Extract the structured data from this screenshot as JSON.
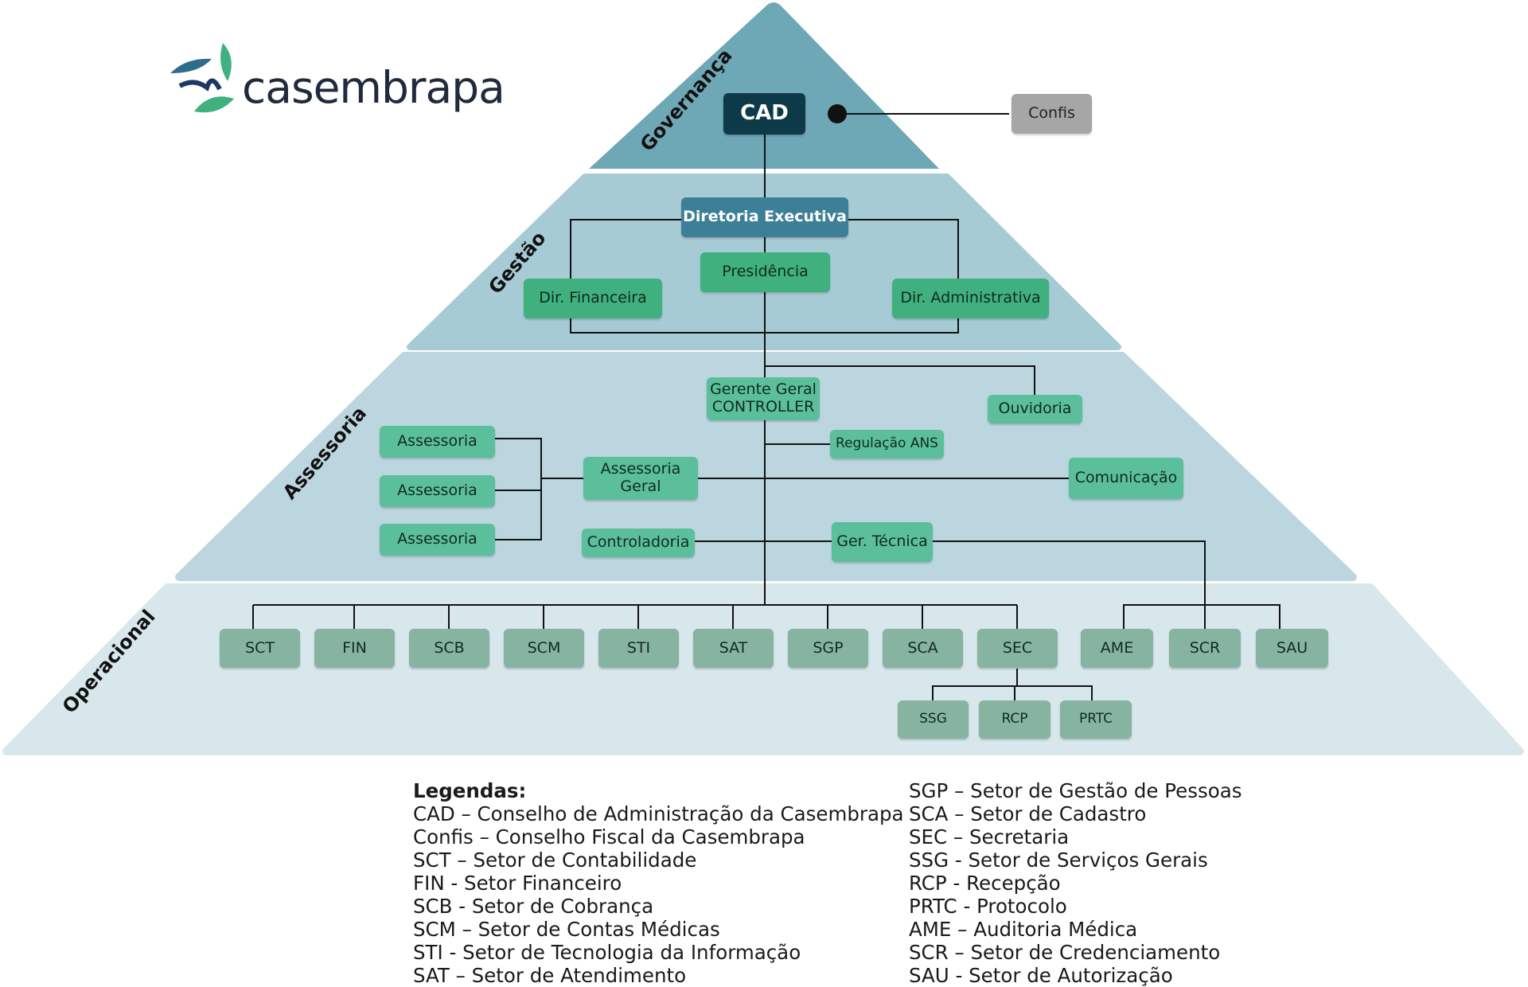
{
  "logo": {
    "text": "casembrapa"
  },
  "tiers": {
    "governanca": "Governança",
    "gestao": "Gestão",
    "assessoria": "Assessoria",
    "operacional": "Operacional"
  },
  "boxes": {
    "cad": "CAD",
    "confis": "Confis",
    "diretoria_executiva": "Diretoria Executiva",
    "presidencia": "Presidência",
    "dir_financeira": "Dir. Financeira",
    "dir_administrativa": "Dir. Administrativa",
    "gerente_geral_1": "Gerente Geral",
    "gerente_geral_2": "CONTROLLER",
    "ouvidoria": "Ouvidoria",
    "regulacao_ans": "Regulação ANS",
    "assessoria_1": "Assessoria",
    "assessoria_2": "Assessoria",
    "assessoria_3": "Assessoria",
    "assessoria_geral_1": "Assessoria",
    "assessoria_geral_2": "Geral",
    "comunicacao": "Comunicação",
    "controladoria": "Controladoria",
    "ger_tecnica": "Ger. Técnica"
  },
  "operational_units": [
    "SCT",
    "FIN",
    "SCB",
    "SCM",
    "STI",
    "SAT",
    "SGP",
    "SCA",
    "SEC"
  ],
  "tecnica_units": [
    "AME",
    "SCR",
    "SAU"
  ],
  "sec_units": [
    "SSG",
    "RCP",
    "PRTC"
  ],
  "legend": {
    "title": "Legendas:",
    "left": [
      "CAD – Conselho de Administração da Casembrapa",
      "Confis – Conselho Fiscal da Casembrapa",
      "SCT – Setor de Contabilidade",
      "FIN - Setor Financeiro",
      "SCB - Setor de Cobrança",
      "SCM – Setor de Contas Médicas",
      "STI - Setor de Tecnologia da Informação",
      "SAT – Setor de Atendimento"
    ],
    "right": [
      "SGP – Setor de Gestão de Pessoas",
      "SCA – Setor de Cadastro",
      "SEC – Secretaria",
      "SSG - Setor de Serviços Gerais",
      "RCP - Recepção",
      "PRTC - Protocolo",
      "AME – Auditoria Médica",
      "SCR – Setor de Credenciamento",
      "SAU - Setor de Autorização"
    ]
  },
  "colors": {
    "tier_governanca": "#6ea7b6",
    "tier_gestao": "#a6cbd5",
    "tier_assessoria": "#bcd6df",
    "tier_operacional": "#d7e7ec",
    "cad": "#0d3a48",
    "diretoria": "#3c7f97",
    "green": "#3fb07e",
    "teal": "#5bbf9b",
    "sage": "#86b4a1",
    "confis": "#a6a6a6"
  }
}
